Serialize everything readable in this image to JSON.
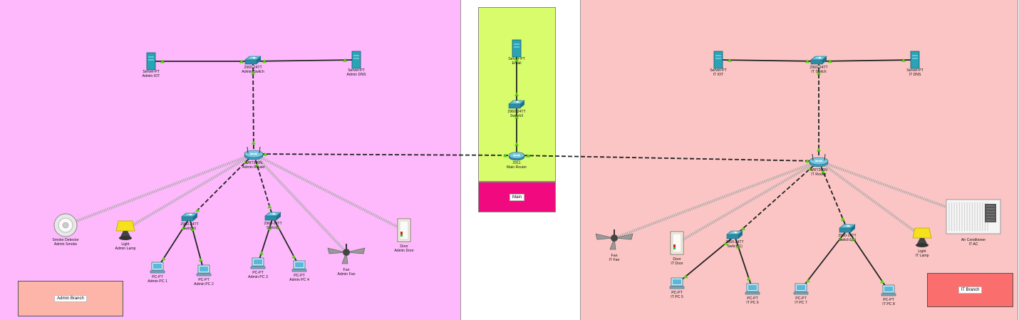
{
  "colors": {
    "admin_area": "#fdb9fb",
    "main_area": "#d9fc6c",
    "it_area": "#fcc5c5",
    "main_label_bg": "#f0097f",
    "admin_label_bg": "#fdb5aa",
    "it_label_bg": "#fb6e6e",
    "link": "#222222",
    "wireless": "#a7a7a7",
    "port": "#4dd400"
  },
  "areas": {
    "admin_label": "Admin Branch",
    "main_label": "Main",
    "it_label": "IT Branch"
  },
  "devices": [
    {
      "id": "admin-iot",
      "icon": "server-icon",
      "model": "Server-PT",
      "name": "Admin IOT"
    },
    {
      "id": "admin-switch",
      "icon": "switch-icon",
      "model": "2960-24TT",
      "name": "Admin Switch"
    },
    {
      "id": "admin-dns",
      "icon": "server-icon",
      "model": "Server-PT",
      "name": "Admin DNS"
    },
    {
      "id": "admin-router",
      "icon": "wireless-router-icon",
      "model": "WRT300N",
      "name": "Admin Router"
    },
    {
      "id": "admin-smoke",
      "icon": "smoke-detector-icon",
      "model": "Smoke Detector",
      "name": "Admin Smoke"
    },
    {
      "id": "admin-lamp",
      "icon": "lamp-icon",
      "model": "Light",
      "name": "Admin Lamp"
    },
    {
      "id": "switch0",
      "icon": "switch-icon",
      "model": "2960-24TT",
      "name": "Switch0"
    },
    {
      "id": "switch1",
      "icon": "switch-icon",
      "model": "2960-24TT",
      "name": "Switch1"
    },
    {
      "id": "admin-fan",
      "icon": "ceiling-fan-icon",
      "model": "Fan",
      "name": "Admin Fan"
    },
    {
      "id": "admin-door",
      "icon": "door-icon",
      "model": "Door",
      "name": "Admin Door"
    },
    {
      "id": "admin-pc1",
      "icon": "pc-icon",
      "model": "PC-PT",
      "name": "Admin PC 1"
    },
    {
      "id": "admin-pc2",
      "icon": "pc-icon",
      "model": "PC-PT",
      "name": "Admin PC 2"
    },
    {
      "id": "admin-pc3",
      "icon": "pc-icon",
      "model": "PC-PT",
      "name": "Admin PC 3"
    },
    {
      "id": "admin-pc4",
      "icon": "pc-icon",
      "model": "PC-PT",
      "name": "Admin PC 4"
    },
    {
      "id": "email",
      "icon": "server-icon",
      "model": "Server-PT",
      "name": "Email"
    },
    {
      "id": "switch3",
      "icon": "switch-icon",
      "model": "2960-24TT",
      "name": "Switch3"
    },
    {
      "id": "main-router",
      "icon": "router-icon",
      "model": "2911",
      "name": "Main Router"
    },
    {
      "id": "it-iot",
      "icon": "server-icon",
      "model": "Server-PT",
      "name": "IT IOT"
    },
    {
      "id": "it-switch",
      "icon": "switch-icon",
      "model": "2960-24TT",
      "name": "IT Switch"
    },
    {
      "id": "it-dns",
      "icon": "server-icon",
      "model": "Server-PT",
      "name": "IT DNS"
    },
    {
      "id": "it-router",
      "icon": "wireless-router-icon",
      "model": "WRT300N",
      "name": "IT Router"
    },
    {
      "id": "it-fan",
      "icon": "ceiling-fan-icon",
      "model": "Fan",
      "name": "IT Fan"
    },
    {
      "id": "it-door",
      "icon": "door-icon",
      "model": "Door",
      "name": "IT Door"
    },
    {
      "id": "switch1-it",
      "icon": "switch-icon",
      "model": "2960-24TT",
      "name": "Switch(1)"
    },
    {
      "id": "switch1-1",
      "icon": "switch-icon",
      "model": "2960-24TT",
      "name": "Switch1(1)"
    },
    {
      "id": "it-lamp",
      "icon": "lamp-icon",
      "model": "Light",
      "name": "IT Lamp"
    },
    {
      "id": "it-ac",
      "icon": "air-conditioner-icon",
      "model": "Air Conditioner",
      "name": "IT AC"
    },
    {
      "id": "it-pc5",
      "icon": "pc-icon",
      "model": "PC-PT",
      "name": "IT PC 5"
    },
    {
      "id": "it-pc6",
      "icon": "pc-icon",
      "model": "PC-PT",
      "name": "IT PC 6"
    },
    {
      "id": "it-pc7",
      "icon": "pc-icon",
      "model": "PC-PT",
      "name": "IT PC 7"
    },
    {
      "id": "it-pc8",
      "icon": "pc-icon",
      "model": "PC-PT",
      "name": "IT PC 8"
    }
  ],
  "links": [
    {
      "from": "admin-iot",
      "to": "admin-switch",
      "type": "straight"
    },
    {
      "from": "admin-switch",
      "to": "admin-dns",
      "type": "straight"
    },
    {
      "from": "admin-switch",
      "to": "admin-router",
      "type": "crossover"
    },
    {
      "from": "admin-router",
      "to": "switch0",
      "type": "crossover"
    },
    {
      "from": "admin-router",
      "to": "switch1",
      "type": "crossover"
    },
    {
      "from": "switch0",
      "to": "admin-pc1",
      "type": "straight"
    },
    {
      "from": "switch0",
      "to": "admin-pc2",
      "type": "straight"
    },
    {
      "from": "switch1",
      "to": "admin-pc3",
      "type": "straight"
    },
    {
      "from": "switch1",
      "to": "admin-pc4",
      "type": "straight"
    },
    {
      "from": "admin-router",
      "to": "admin-smoke",
      "type": "wireless"
    },
    {
      "from": "admin-router",
      "to": "admin-lamp",
      "type": "wireless"
    },
    {
      "from": "admin-router",
      "to": "admin-fan",
      "type": "wireless"
    },
    {
      "from": "admin-router",
      "to": "admin-door",
      "type": "wireless"
    },
    {
      "from": "admin-router",
      "to": "main-router",
      "type": "crossover"
    },
    {
      "from": "email",
      "to": "switch3",
      "type": "straight"
    },
    {
      "from": "switch3",
      "to": "main-router",
      "type": "straight"
    },
    {
      "from": "main-router",
      "to": "it-router",
      "type": "crossover"
    },
    {
      "from": "it-iot",
      "to": "it-switch",
      "type": "straight"
    },
    {
      "from": "it-switch",
      "to": "it-dns",
      "type": "straight"
    },
    {
      "from": "it-switch",
      "to": "it-router",
      "type": "crossover"
    },
    {
      "from": "it-router",
      "to": "switch1-it",
      "type": "crossover"
    },
    {
      "from": "it-router",
      "to": "switch1-1",
      "type": "crossover"
    },
    {
      "from": "switch1-it",
      "to": "it-pc5",
      "type": "straight"
    },
    {
      "from": "switch1-it",
      "to": "it-pc6",
      "type": "straight"
    },
    {
      "from": "switch1-1",
      "to": "it-pc7",
      "type": "straight"
    },
    {
      "from": "switch1-1",
      "to": "it-pc8",
      "type": "straight"
    },
    {
      "from": "it-router",
      "to": "it-fan",
      "type": "wireless"
    },
    {
      "from": "it-router",
      "to": "it-door",
      "type": "wireless"
    },
    {
      "from": "it-router",
      "to": "it-lamp",
      "type": "wireless"
    },
    {
      "from": "it-router",
      "to": "it-ac",
      "type": "wireless"
    }
  ]
}
